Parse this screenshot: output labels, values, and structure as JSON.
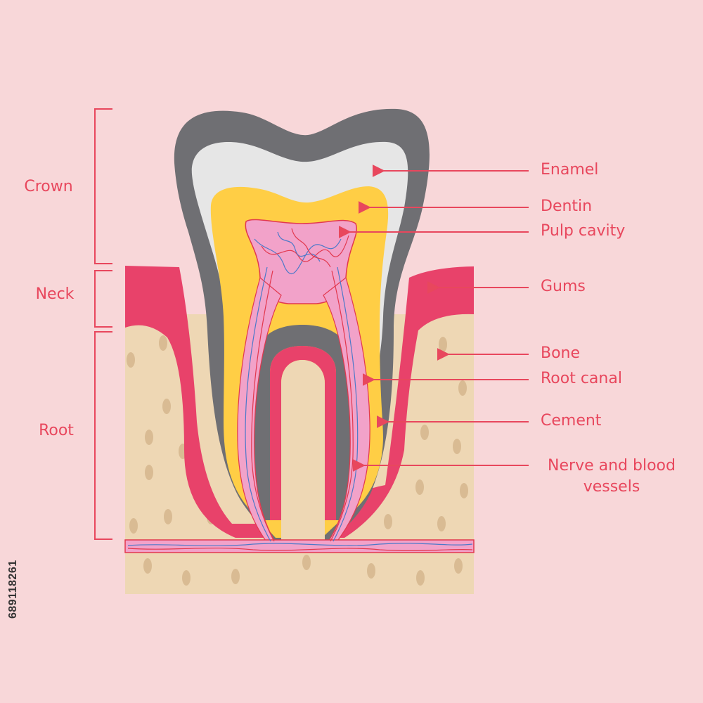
{
  "regions": {
    "crown": "Crown",
    "neck": "Neck",
    "root": "Root"
  },
  "parts": {
    "enamel": "Enamel",
    "dentin": "Dentin",
    "pulp_cavity": "Pulp cavity",
    "gums": "Gums",
    "bone": "Bone",
    "root_canal": "Root canal",
    "cement": "Cement",
    "nerve_line1": "Nerve and blood",
    "nerve_line2": "vessels"
  },
  "stock_id": "689118261",
  "colors": {
    "background": "#F8D7D9",
    "label": "#E8475D",
    "enamel": "#E6E6E6",
    "cement": "#6F6F73",
    "dentin": "#FFCE45",
    "pulp": "#F2A2C9",
    "gums": "#E8426A",
    "bone": "#EED7B4",
    "bone_spots": "#D9BB93",
    "vessel_blue": "#4C79C9",
    "vessel_red": "#E2384E"
  }
}
